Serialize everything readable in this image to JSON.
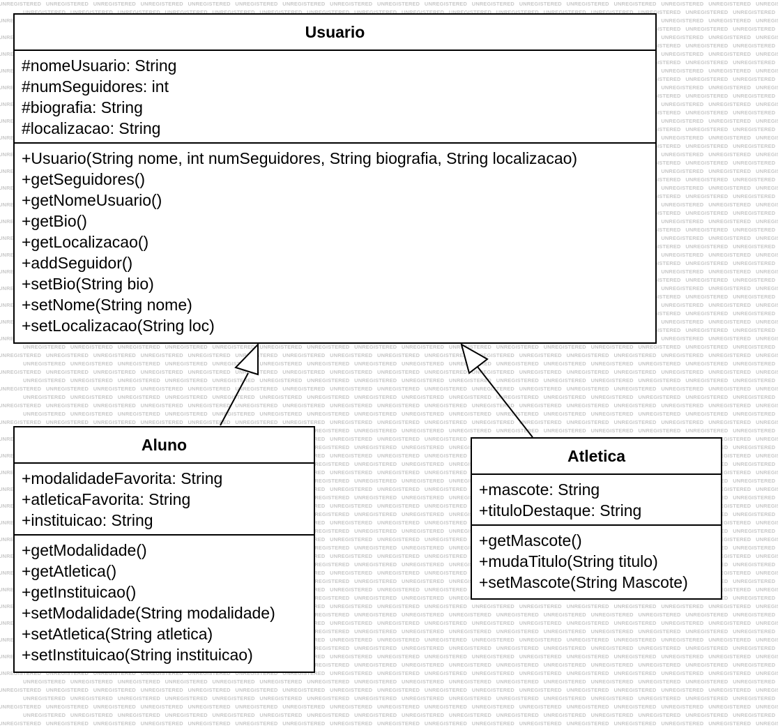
{
  "watermark": {
    "text": "UNREGISTERED"
  },
  "classes": {
    "usuario": {
      "name": "Usuario",
      "attributes": [
        "#nomeUsuario: String",
        "#numSeguidores: int",
        "#biografia: String",
        "#localizacao: String"
      ],
      "methods": [
        "+Usuario(String nome, int numSeguidores, String biografia, String localizacao)",
        "+getSeguidores()",
        "+getNomeUsuario()",
        "+getBio()",
        "+getLocalizacao()",
        "+addSeguidor()",
        "+setBio(String bio)",
        "+setNome(String nome)",
        "+setLocalizacao(String loc)"
      ]
    },
    "aluno": {
      "name": "Aluno",
      "attributes": [
        "+modalidadeFavorita: String",
        "+atleticaFavorita: String",
        "+instituicao: String"
      ],
      "methods": [
        "+getModalidade()",
        "+getAtletica()",
        "+getInstituicao()",
        "+setModalidade(String modalidade)",
        "+setAtletica(String atletica)",
        "+setInstituicao(String instituicao)"
      ]
    },
    "atletica": {
      "name": "Atletica",
      "attributes": [
        "+mascote: String",
        "+tituloDestaque: String"
      ],
      "methods": [
        "+getMascote()",
        "+mudaTitulo(String titulo)",
        "+setMascote(String Mascote)"
      ]
    }
  },
  "relations": [
    {
      "type": "generalization",
      "from": "Aluno",
      "to": "Usuario"
    },
    {
      "type": "generalization",
      "from": "Atletica",
      "to": "Usuario"
    }
  ]
}
